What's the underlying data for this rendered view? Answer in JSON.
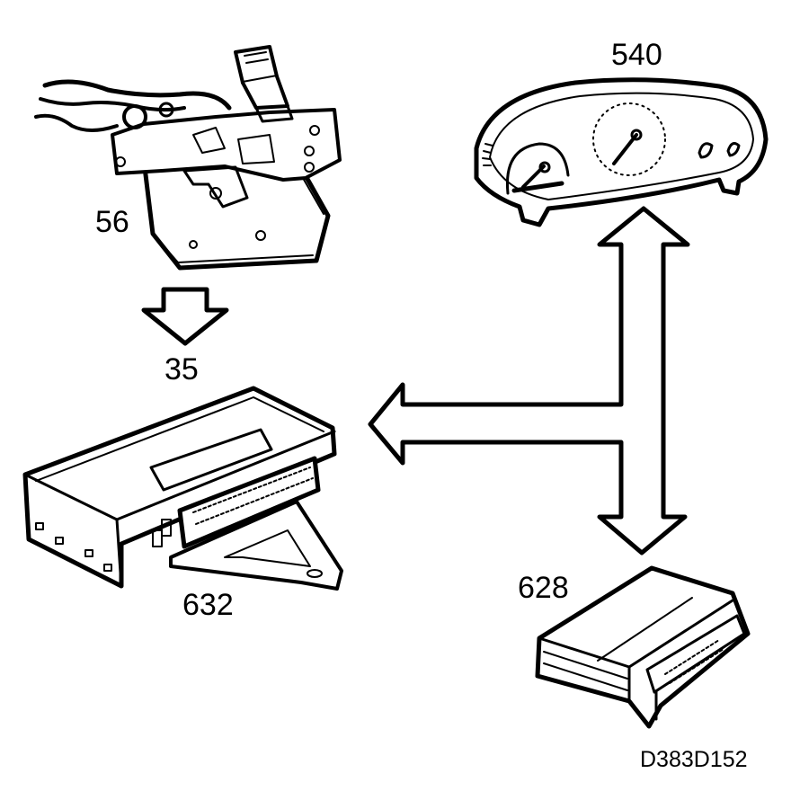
{
  "components": {
    "latch": {
      "label": "56",
      "icon": "lock-mechanism-icon"
    },
    "latch_unit": {
      "label": "35"
    },
    "instrument_cluster": {
      "label": "540",
      "icon": "instrument-cluster-icon"
    },
    "control_module": {
      "label": "632",
      "icon": "control-module-icon"
    },
    "radio_unit": {
      "label": "628",
      "icon": "electronic-unit-icon"
    }
  },
  "drawing_code": "D383D152",
  "colors": {
    "line": "#000000",
    "background": "#ffffff"
  }
}
